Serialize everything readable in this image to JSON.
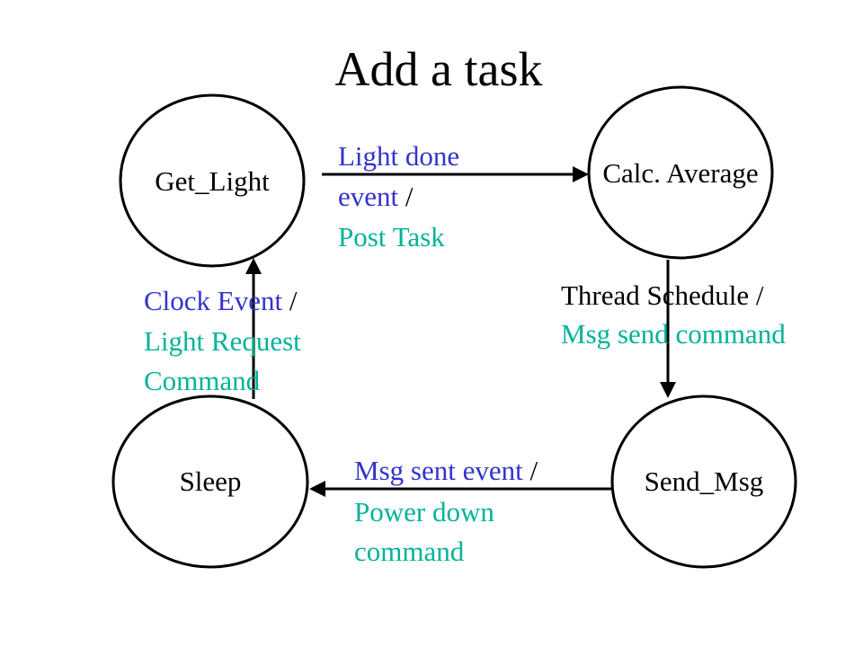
{
  "title": "Add a task",
  "colors": {
    "event": "#3333cc",
    "action": "#00b39a",
    "plain": "#000000"
  },
  "states": {
    "get_light": "Get_Light",
    "calc_average": "Calc. Average",
    "send_msg": "Send_Msg",
    "sleep": "Sleep"
  },
  "transitions": {
    "light_done": {
      "line1": "Light done",
      "line2_event": "event",
      "line2_sep": " /",
      "line3": "Post Task"
    },
    "thread_schedule": {
      "line1_event": "Thread Schedule /",
      "line2": "Msg send command"
    },
    "msg_sent": {
      "line1_event": "Msg sent event",
      "line1_sep": " /",
      "line2": "Power down",
      "line3": "command"
    },
    "clock_event": {
      "line1_event": "Clock Event",
      "line1_sep": " /",
      "line2": "Light Request",
      "line3": "Command"
    }
  }
}
